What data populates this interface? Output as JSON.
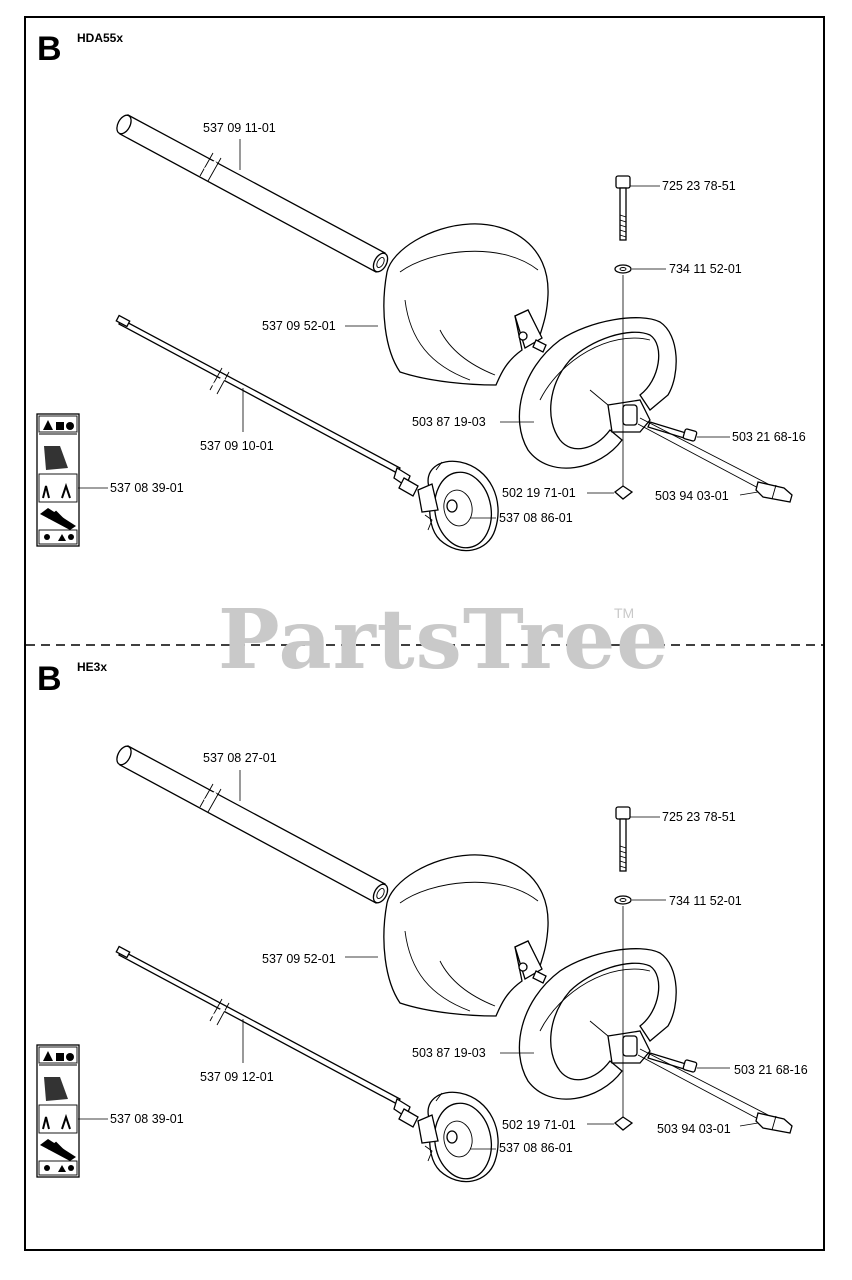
{
  "watermark": {
    "text": "PartsTree",
    "tm": "TM"
  },
  "sections": [
    {
      "letter": "B",
      "model": "HDA55x",
      "parts": {
        "tube": "537 09 11-01",
        "shaft": "537 09 10-01",
        "guard": "537 09 52-01",
        "decal": "537 08 39-01",
        "gear": "537 08 86-01",
        "bolt": "725 23 78-51",
        "washer": "734 11 52-01",
        "handle": "503 87 19-03",
        "screw": "503 21 68-16",
        "nut": "502 19 71-01",
        "clip": "503 94 03-01"
      }
    },
    {
      "letter": "B",
      "model": "HE3x",
      "parts": {
        "tube": "537 08 27-01",
        "shaft": "537 09 12-01",
        "guard": "537 09 52-01",
        "decal": "537 08 39-01",
        "gear": "537 08 86-01",
        "bolt": "725 23 78-51",
        "washer": "734 11 52-01",
        "handle": "503 87 19-03",
        "screw": "503 21 68-16",
        "nut": "502 19 71-01",
        "clip": "503 94 03-01"
      }
    }
  ]
}
